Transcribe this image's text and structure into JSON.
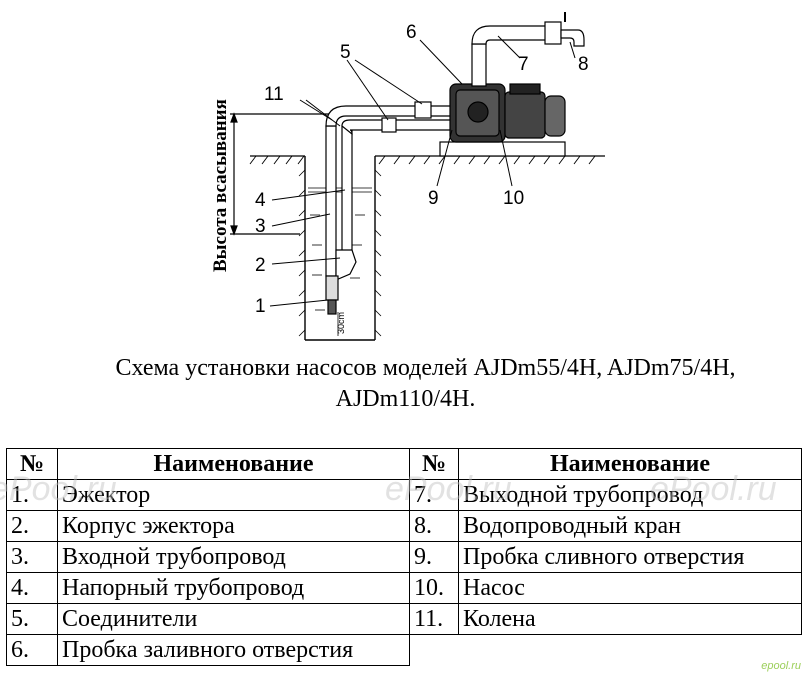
{
  "diagram": {
    "vertical_label": "Высота всасывания",
    "callouts": [
      {
        "id": "1",
        "text": "1"
      },
      {
        "id": "2",
        "text": "2"
      },
      {
        "id": "3",
        "text": "3"
      },
      {
        "id": "4",
        "text": "4"
      },
      {
        "id": "5",
        "text": "5"
      },
      {
        "id": "6",
        "text": "6"
      },
      {
        "id": "7",
        "text": "7"
      },
      {
        "id": "8",
        "text": "8"
      },
      {
        "id": "9",
        "text": "9"
      },
      {
        "id": "10",
        "text": "10"
      },
      {
        "id": "11",
        "text": "11"
      }
    ],
    "depth_mark": "30cm"
  },
  "caption": {
    "line1": "Схема установки насосов моделей AJDm55/4H, AJDm75/4H,",
    "line2": "AJDm110/4H."
  },
  "table": {
    "headers": {
      "num": "№",
      "name": "Наименование"
    },
    "left": [
      {
        "num": "1.",
        "name": "Эжектор"
      },
      {
        "num": "2.",
        "name": "Корпус эжектора"
      },
      {
        "num": "3.",
        "name": "Входной трубопровод"
      },
      {
        "num": "4.",
        "name": "Напорный трубопровод"
      },
      {
        "num": "5.",
        "name": "Соединители"
      },
      {
        "num": "6.",
        "name": "Пробка заливного отверстия"
      }
    ],
    "right": [
      {
        "num": "7.",
        "name": "Выходной трубопровод"
      },
      {
        "num": "8.",
        "name": "Водопроводный кран"
      },
      {
        "num": "9.",
        "name": "Пробка сливного отверстия"
      },
      {
        "num": "10.",
        "name": "Насос"
      },
      {
        "num": "11.",
        "name": "Колена"
      }
    ]
  },
  "watermarks": [
    "ePool.ru",
    "ePool.ru",
    "ePool.ru"
  ],
  "corner_logo": "epool.ru"
}
